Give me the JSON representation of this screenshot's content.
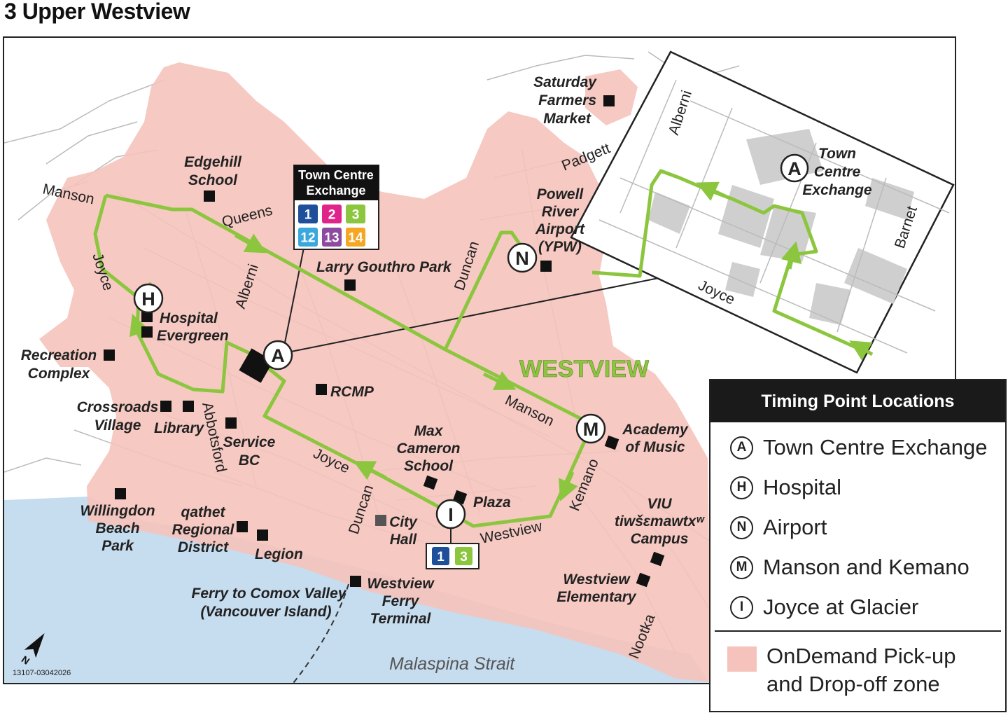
{
  "title": "3 Upper Westview",
  "colors": {
    "zone": "#f5c3bb",
    "route": "#8cc63f",
    "water": "#c6dcef",
    "street": "#bbbbbb"
  },
  "streets": {
    "manson_nw": "Manson",
    "queens": "Queens",
    "joyce_w": "Joyce",
    "alberni": "Alberni",
    "padgett": "Padgett",
    "duncan_n": "Duncan",
    "manson_se": "Manson",
    "kemano": "Kemano",
    "abbotsford": "Abbotsford",
    "joyce_s": "Joyce",
    "duncan_s": "Duncan",
    "westview_st": "Westview",
    "nootka": "Nootka"
  },
  "places": {
    "edgehill": [
      "Edgehill",
      "School"
    ],
    "farmers": [
      "Saturday",
      "Farmers",
      "Market"
    ],
    "airport": [
      "Powell",
      "River",
      "Airport",
      "(YPW)"
    ],
    "larry": "Larry Gouthro Park",
    "hospital": [
      "Hospital",
      "Evergreen"
    ],
    "recreation": [
      "Recreation",
      "Complex"
    ],
    "crossroads": [
      "Crossroads",
      "Village"
    ],
    "library": "Library",
    "servicebc": [
      "Service",
      "BC"
    ],
    "rcmp": "RCMP",
    "maxcameron": [
      "Max",
      "Cameron",
      "School"
    ],
    "plaza": "Plaza",
    "academy": [
      "Academy",
      "of Music"
    ],
    "viu": [
      "VIU",
      "tiwšɛmawtxʷ",
      "Campus"
    ],
    "westview_elem": [
      "Westview",
      "Elementary"
    ],
    "willingdon": [
      "Willingdon",
      "Beach",
      "Park"
    ],
    "qathet": [
      "qathet",
      "Regional",
      "District"
    ],
    "legion": "Legion",
    "cityhall": [
      "City",
      "Hall"
    ],
    "ferry_terminal": [
      "Westview",
      "Ferry",
      "Terminal"
    ],
    "ferry_comox": [
      "Ferry to Comox Valley",
      "(Vancouver Island)"
    ],
    "strait": "Malaspina Strait",
    "westview_area": "WESTVIEW"
  },
  "exchange_box": {
    "title": [
      "Town Centre",
      "Exchange"
    ],
    "routes": [
      {
        "num": "1",
        "color": "#1f4e9a"
      },
      {
        "num": "2",
        "color": "#e0258a"
      },
      {
        "num": "3",
        "color": "#8cc63f"
      },
      {
        "num": "12",
        "color": "#3aa8dc"
      },
      {
        "num": "13",
        "color": "#8e4a9e"
      },
      {
        "num": "14",
        "color": "#f5a623"
      }
    ]
  },
  "joyce_box": {
    "routes": [
      {
        "num": "1",
        "color": "#1f4e9a"
      },
      {
        "num": "3",
        "color": "#8cc63f"
      }
    ]
  },
  "inset": {
    "streets": {
      "alberni": "Alberni",
      "barnet": "Barnet",
      "joyce": "Joyce"
    },
    "stop_label": [
      "Town",
      "Centre",
      "Exchange"
    ]
  },
  "timing_letters": {
    "a": "A",
    "h": "H",
    "n": "N",
    "m": "M",
    "i": "I"
  },
  "legend": {
    "title": "Timing Point Locations",
    "items": [
      {
        "letter": "A",
        "label": "Town Centre Exchange"
      },
      {
        "letter": "H",
        "label": "Hospital"
      },
      {
        "letter": "N",
        "label": "Airport"
      },
      {
        "letter": "M",
        "label": "Manson and Kemano"
      },
      {
        "letter": "I",
        "label": "Joyce at Glacier"
      }
    ],
    "zone_label": [
      "OnDemand Pick-up",
      "and Drop-off zone"
    ]
  },
  "map_code": "13107-03042026"
}
